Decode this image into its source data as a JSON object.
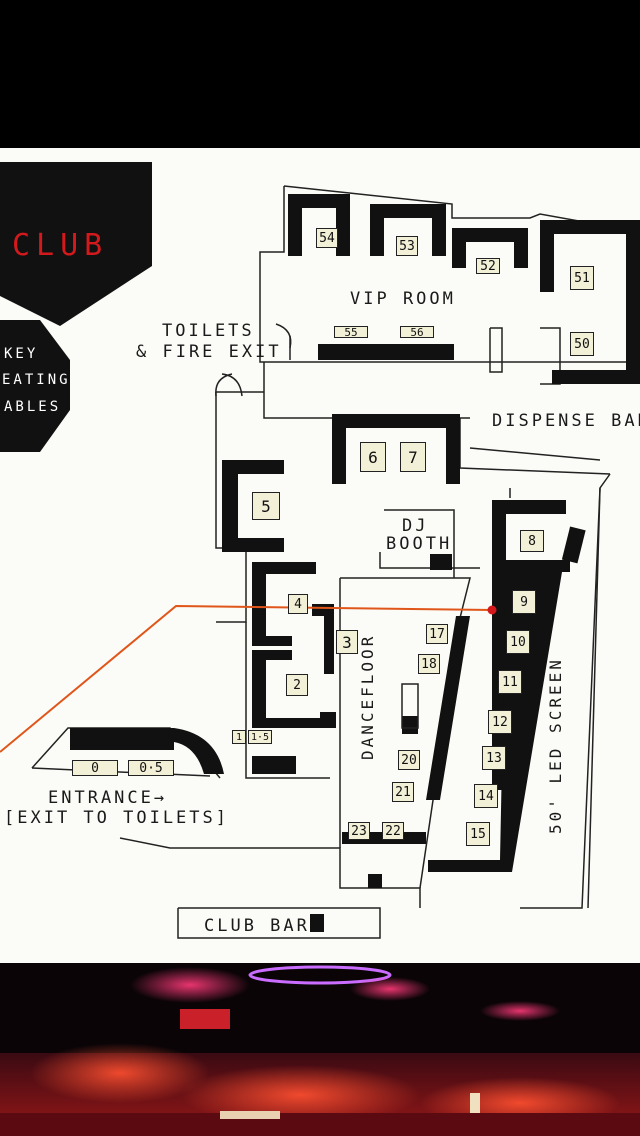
{
  "logo_text": "CLUB",
  "key": {
    "lines": [
      "KEY",
      "EATING",
      "ABLES"
    ]
  },
  "labels": {
    "vip_room": "VIP ROOM",
    "toilets": "TOILETS",
    "fire_exit": "& FIRE EXIT",
    "dispense_bar": "DISPENSE BAR",
    "dj": "DJ",
    "booth": "BOOTH",
    "dancefloor": "DANCEFLOOR",
    "led_screen": "50' LED SCREEN",
    "entrance": "ENTRANCE→",
    "exit_to_toilets": "[EXIT TO TOILETS]",
    "club_bar": "CLUB BAR"
  },
  "tables": {
    "t54": "54",
    "t53": "53",
    "t52": "52",
    "t51": "51",
    "t50": "50",
    "t55": "55",
    "t56": "56",
    "t6": "6",
    "t7": "7",
    "t5": "5",
    "t4": "4",
    "t3": "3",
    "t2": "2",
    "t1": "1",
    "t15b": "1·5",
    "t0": "0",
    "t05": "0·5",
    "t8": "8",
    "t9": "9",
    "t10": "10",
    "t11": "11",
    "t12": "12",
    "t13": "13",
    "t14": "14",
    "t15": "15",
    "t17": "17",
    "t18": "18",
    "t20": "20",
    "t21": "21",
    "t22": "22",
    "t23": "23"
  },
  "colors": {
    "accent": "#d3191c",
    "line": "#e0561a",
    "ink": "#111111",
    "paper": "#fbfbf7"
  }
}
